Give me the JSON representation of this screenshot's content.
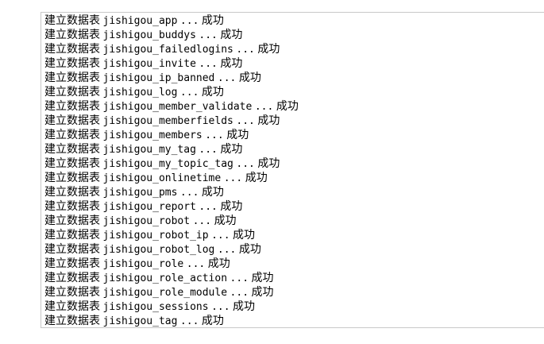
{
  "log": {
    "action_label": "建立数据表",
    "separator": "...",
    "status_label": "成功",
    "tables": [
      "jishigou_app",
      "jishigou_buddys",
      "jishigou_failedlogins",
      "jishigou_invite",
      "jishigou_ip_banned",
      "jishigou_log",
      "jishigou_member_validate",
      "jishigou_memberfields",
      "jishigou_members",
      "jishigou_my_tag",
      "jishigou_my_topic_tag",
      "jishigou_onlinetime",
      "jishigou_pms",
      "jishigou_report",
      "jishigou_robot",
      "jishigou_robot_ip",
      "jishigou_robot_log",
      "jishigou_role",
      "jishigou_role_action",
      "jishigou_role_module",
      "jishigou_sessions",
      "jishigou_tag"
    ]
  }
}
